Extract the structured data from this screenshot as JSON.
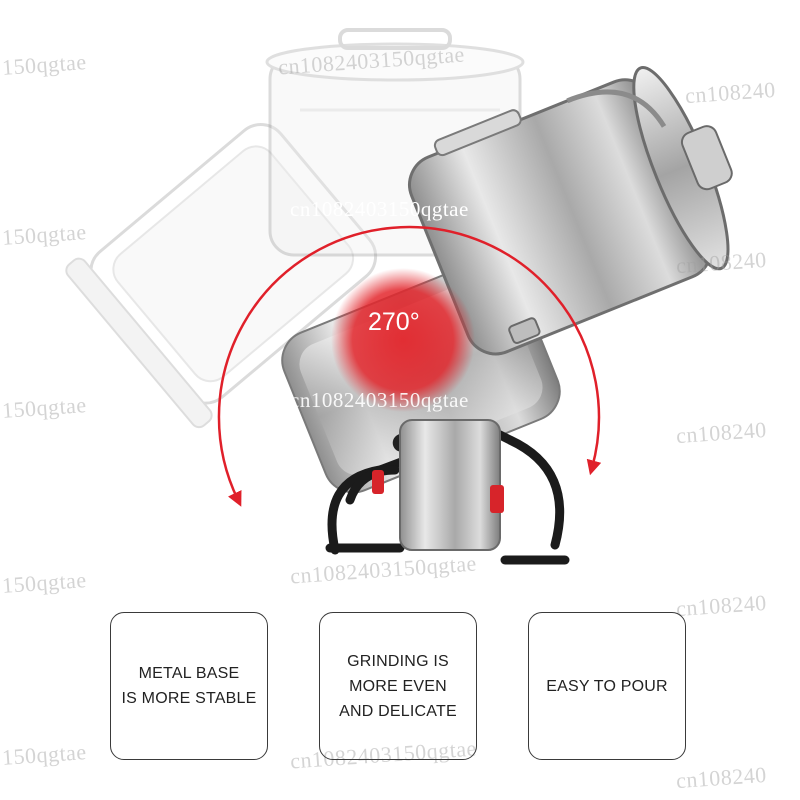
{
  "angle_label": "270°",
  "watermark_text": "cn1082403150qgtae",
  "watermark_fragments": {
    "left": "150qgtae",
    "right": "cn108240"
  },
  "features": [
    {
      "lines": [
        "METAL BASE",
        "IS MORE STABLE"
      ]
    },
    {
      "lines": [
        "GRINDING IS",
        "MORE EVEN",
        "AND DELICATE"
      ]
    },
    {
      "lines": [
        "EASY TO POUR"
      ]
    }
  ],
  "colors": {
    "arc": "#e0202a",
    "disc": "#e3262c",
    "steel": "#c9c9c9",
    "text": "#222222",
    "border": "#3a3a3a"
  }
}
